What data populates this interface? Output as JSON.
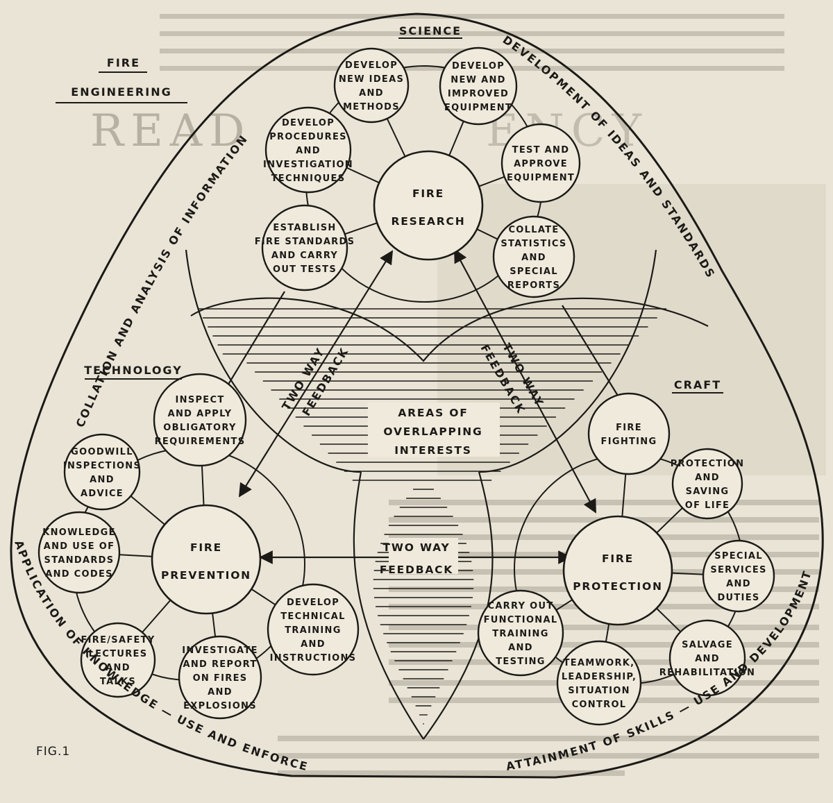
{
  "title": {
    "line1": "FIRE",
    "line2": "ENGINEERING"
  },
  "figure_label": "FIG.1",
  "sections": {
    "science": "SCIENCE",
    "technology": "TECHNOLOGY",
    "craft": "CRAFT"
  },
  "outer_paths": {
    "left": "COLLATION AND ANALYSIS OF INFORMATION",
    "right": "DEVELOPMENT OF IDEAS AND STANDARDS",
    "bottom_left": "APPLICATION OF KNOWLEDGE — USE AND ENFORCEMENT",
    "bottom_right": "ATTAINMENT OF SKILLS — USE AND DEVELOPMENT"
  },
  "center": {
    "line1": "AREAS OF",
    "line2": "OVERLAPPING",
    "line3": "INTERESTS"
  },
  "feedback": {
    "left": {
      "line1": "TWO WAY",
      "line2": "FEEDBACK"
    },
    "right": {
      "line1": "TWO WAY",
      "line2": "FEEDBACK"
    },
    "bottom": {
      "line1": "TWO WAY",
      "line2": "FEEDBACK"
    }
  },
  "hubs": {
    "research": {
      "line1": "FIRE",
      "line2": "RESEARCH"
    },
    "prevention": {
      "line1": "FIRE",
      "line2": "PREVENTION"
    },
    "protection": {
      "line1": "FIRE",
      "line2": "PROTECTION"
    }
  },
  "nodes": {
    "research": [
      [
        "DEVELOP",
        "NEW IDEAS",
        "AND",
        "METHODS"
      ],
      [
        "DEVELOP",
        "NEW AND",
        "IMPROVED",
        "EQUIPMENT"
      ],
      [
        "TEST AND",
        "APPROVE",
        "EQUIPMENT"
      ],
      [
        "COLLATE",
        "STATISTICS",
        "AND",
        "SPECIAL",
        "REPORTS"
      ],
      [
        "ESTABLISH",
        "FIRE STANDARDS",
        "AND CARRY",
        "OUT TESTS"
      ],
      [
        "DEVELOP",
        "PROCEDURES",
        "AND",
        "INVESTIGATION",
        "TECHNIQUES"
      ]
    ],
    "prevention": [
      [
        "INSPECT",
        "AND APPLY",
        "OBLIGATORY",
        "REQUIREMENTS"
      ],
      [
        "GOODWILL",
        "INSPECTIONS",
        "AND",
        "ADVICE"
      ],
      [
        "KNOWLEDGE",
        "AND USE OF",
        "STANDARDS",
        "AND CODES"
      ],
      [
        "FIRE/SAFETY",
        "LECTURES",
        "AND",
        "TALKS"
      ],
      [
        "INVESTIGATE",
        "AND REPORT",
        "ON FIRES",
        "AND",
        "EXPLOSIONS"
      ],
      [
        "DEVELOP",
        "TECHNICAL",
        "TRAINING",
        "AND",
        "INSTRUCTIONS"
      ]
    ],
    "protection": [
      [
        "FIRE",
        "FIGHTING"
      ],
      [
        "PROTECTION",
        "AND",
        "SAVING",
        "OF LIFE"
      ],
      [
        "SPECIAL",
        "SERVICES",
        "AND",
        "DUTIES"
      ],
      [
        "SALVAGE",
        "AND",
        "REHABILITATION"
      ],
      [
        "TEAMWORK,",
        "LEADERSHIP,",
        "SITUATION",
        "CONTROL"
      ],
      [
        "CARRY OUT",
        "FUNCTIONAL",
        "TRAINING",
        "AND",
        "TESTING"
      ]
    ]
  },
  "colors": {
    "ink": "#1c1a17",
    "paper": "#efeadc",
    "page": "#e9e4d6",
    "bleed": "#8e887a"
  }
}
